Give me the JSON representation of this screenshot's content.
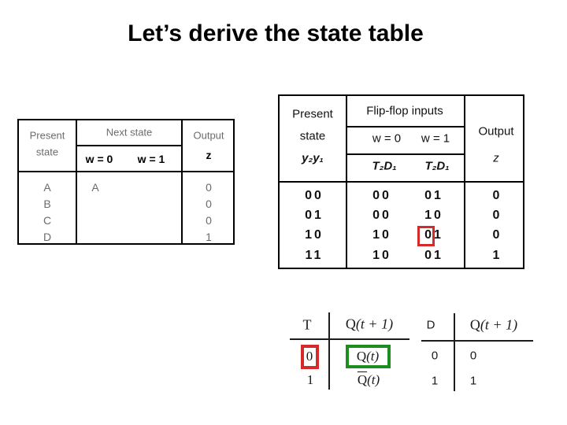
{
  "colors": {
    "highlight_red": "#d42a2a",
    "highlight_green": "#1f8c1f",
    "gray_text": "#6b6b6b"
  },
  "slide": {
    "title": "Let’s derive the state table"
  },
  "state_table": {
    "present_header_line1": "Present",
    "present_header_line2": "state",
    "next_state_header": "Next state",
    "w0_label": "w = 0",
    "w1_label": "w = 1",
    "output_header_line1": "Output",
    "output_header_line2": "z",
    "rows": [
      {
        "present_state": "A",
        "next_w0": "A",
        "next_w1": "",
        "output_z": "0"
      },
      {
        "present_state": "B",
        "next_w0": "",
        "next_w1": "",
        "output_z": "0"
      },
      {
        "present_state": "C",
        "next_w0": "",
        "next_w1": "",
        "output_z": "0"
      },
      {
        "present_state": "D",
        "next_w0": "",
        "next_w1": "",
        "output_z": "1"
      }
    ]
  },
  "excitation_table": {
    "present_header_line1": "Present",
    "present_header_line2": "state",
    "present_header_line3": "y₂y₁",
    "flipflop_header": "Flip-flop inputs",
    "w0_label": "w = 0",
    "w1_label": "w = 1",
    "w0_vars": "T₂D₁",
    "w1_vars": "T₂D₁",
    "output_header_line1": "Output",
    "output_header_line2": "z",
    "rows": [
      {
        "state": "00",
        "w0": "00",
        "w1": "01",
        "z": "0",
        "w1_boxed": false
      },
      {
        "state": "01",
        "w0": "00",
        "w1": "10",
        "z": "0",
        "w1_boxed": false
      },
      {
        "state": "10",
        "w0": "10",
        "w1": "01",
        "z": "0",
        "w1_boxed": true
      },
      {
        "state": "11",
        "w0": "10",
        "w1": "01",
        "z": "1",
        "w1_boxed": false
      }
    ]
  },
  "t_flipflop_table": {
    "input_header": "T",
    "next_header_base": "Q",
    "next_header_rest": "(t + 1)",
    "rows": [
      {
        "input": "0",
        "result_base": "Q",
        "result_rest": "(t)",
        "complemented": false,
        "input_boxed": true,
        "result_boxed": true
      },
      {
        "input": "1",
        "result_base": "Q",
        "result_rest": "(t)",
        "complemented": true,
        "input_boxed": false,
        "result_boxed": false
      }
    ]
  },
  "d_flipflop_table": {
    "input_header": "D",
    "next_header_base": "Q",
    "next_header_rest": "(t + 1)",
    "rows": [
      {
        "input": "0",
        "result": "0"
      },
      {
        "input": "1",
        "result": "1"
      }
    ]
  }
}
